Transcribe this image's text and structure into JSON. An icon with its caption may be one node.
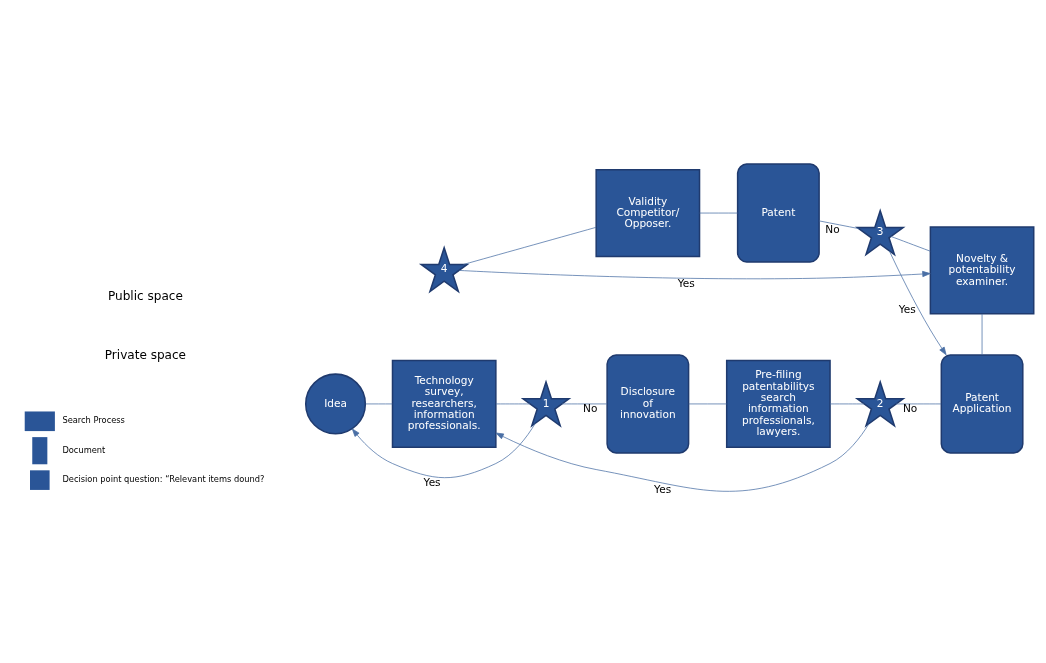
{
  "diagram": {
    "nodes": [
      {
        "text": [
          "Idea"
        ]
      },
      {
        "text": [
          "Technology survey, researchers, information professionals."
        ]
      },
      {
        "text": [
          "1"
        ]
      },
      {
        "text": [
          "Disclosure of innovation"
        ]
      },
      {
        "text": [
          "Pre-filing patentabilitys search information professionals, lawyers."
        ]
      },
      {
        "text": [
          "2"
        ]
      },
      {
        "text": [
          "Patent Application"
        ]
      },
      {
        "text": [
          "Novelty & potentability examiner."
        ]
      },
      {
        "text": [
          "3"
        ]
      },
      {
        "text": [
          "Patent"
        ]
      },
      {
        "text": [
          "Validity Competitor/ Opposer."
        ]
      },
      {
        "text": [
          "4"
        ]
      }
    ],
    "edges": [
      {
        "from": 0,
        "to": 1,
        "arrow": "none"
      },
      {
        "from": 1,
        "to": 2,
        "arrow": "none"
      },
      {
        "from": 2,
        "to": 3,
        "arrow": "none",
        "label": "No"
      },
      {
        "from": 2,
        "to": 0,
        "arrow": "to",
        "label": "Yes"
      },
      {
        "from": 3,
        "to": 4,
        "arrow": "none"
      },
      {
        "from": 4,
        "to": 5,
        "arrow": "none"
      },
      {
        "from": 5,
        "to": 6,
        "arrow": "none",
        "label": "No"
      },
      {
        "from": 5,
        "to": 1,
        "arrow": "to",
        "label": "Yes"
      },
      {
        "from": 6,
        "to": 7,
        "arrow": "none"
      },
      {
        "from": 7,
        "to": 8,
        "arrow": "none"
      },
      {
        "from": 8,
        "to": 9,
        "arrow": "none",
        "label": "No"
      },
      {
        "from": 8,
        "to": 6,
        "arrow": "to",
        "label": "Yes"
      },
      {
        "from": 9,
        "to": 10,
        "arrow": "none"
      },
      {
        "from": 10,
        "to": 11,
        "arrow": "none"
      },
      {
        "from": 11,
        "to": 7,
        "arrow": "to",
        "label": "Yes"
      }
    ],
    "labels": [
      "Private space",
      "Public space"
    ],
    "legend": [
      {
        "text": "Search Process"
      },
      {
        "text": "Document"
      },
      {
        "text": "Decision point question: “Relevant items dound?"
      }
    ]
  }
}
